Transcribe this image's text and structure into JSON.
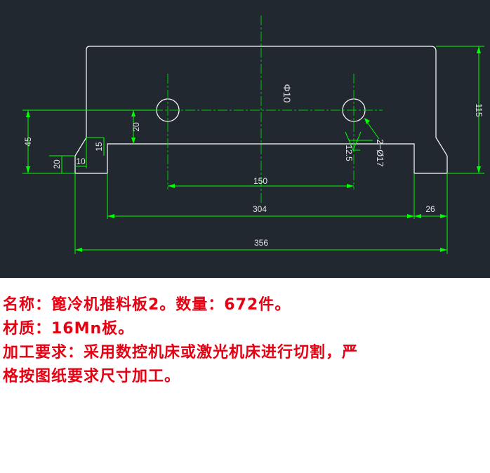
{
  "drawing": {
    "dim_overall_width": "356",
    "dim_inner_width": "304",
    "dim_right_step": "26",
    "dim_hole_spacing": "150",
    "dim_height": "115",
    "dim_45": "45",
    "dim_20_hole": "20",
    "dim_20_bottom": "20",
    "dim_15": "15",
    "dim_10": "10",
    "hole_label": "Φ10",
    "slot_label": "2−Ø17",
    "roughness_label": "12.5"
  },
  "notes": {
    "line1": "名称：篦冷机推料板2。数量：672件。",
    "line2": "材质：16Mn板。",
    "line3": "加工要求：采用数控机床或激光机床进行切割，严",
    "line4": "格按图纸要求尺寸加工。"
  },
  "colors": {
    "background": "#212830",
    "outline": "#ffffff",
    "dimension": "#00ff00",
    "text_red": "#e60012"
  }
}
